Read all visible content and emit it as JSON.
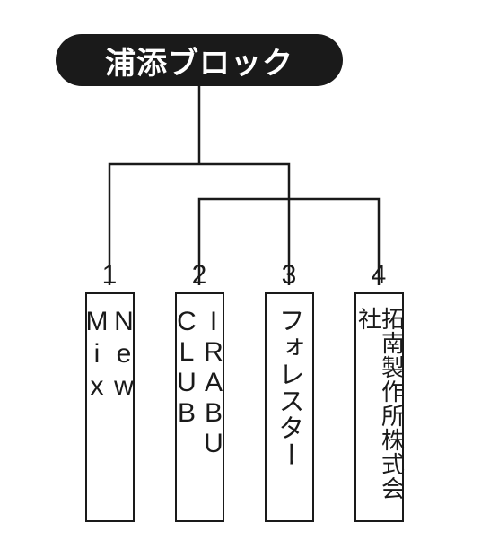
{
  "title": "浦添ブロック",
  "line_color": "#1a1a1a",
  "teams": [
    {
      "seed": "1",
      "name": "New Mix"
    },
    {
      "seed": "2",
      "name": "IRABU CLUB"
    },
    {
      "seed": "3",
      "name": "フォレスター"
    },
    {
      "seed": "4",
      "name": "拓南製作所株式会社"
    }
  ]
}
